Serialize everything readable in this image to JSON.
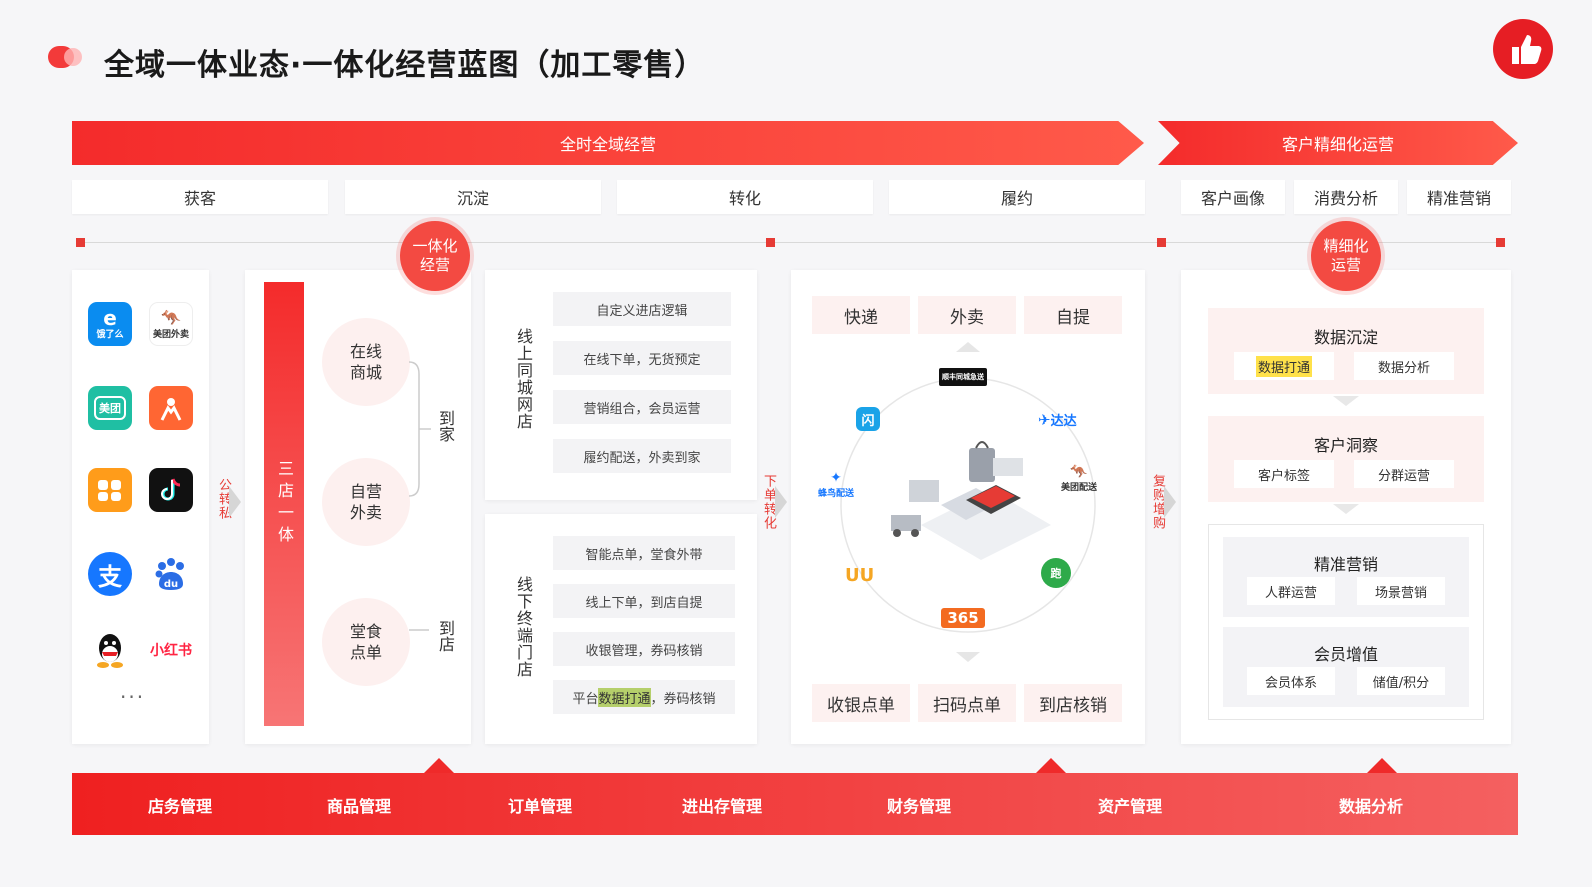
{
  "title": "全域一体业态·一体化经营蓝图（加工零售）",
  "banners": {
    "left": "全时全域经营",
    "right": "客户精细化运营"
  },
  "stages": [
    "获客",
    "沉淀",
    "转化",
    "履约",
    "客户画像",
    "消费分析",
    "精准营销"
  ],
  "badges": {
    "integrated": [
      "一体化",
      "经营"
    ],
    "refined": [
      "精细化",
      "运营"
    ]
  },
  "apps": [
    {
      "name": "饿了么",
      "color": "#0a8cf0"
    },
    {
      "name": "美团外卖",
      "color": "#ffffff"
    },
    {
      "name": "美团",
      "color": "#1fbfa3"
    },
    {
      "name": "大众点评",
      "color": "#ff6633"
    },
    {
      "name": "口碑",
      "color": "#ff9c1a"
    },
    {
      "name": "抖音",
      "color": "#111111"
    },
    {
      "name": "支",
      "color": "#1677ff"
    },
    {
      "name": "du",
      "color": "#2b6de5"
    },
    {
      "name": "QQ",
      "color": "#ffffff"
    },
    {
      "name": "小红书",
      "color": "#ffffff"
    }
  ],
  "apps_more": "···",
  "side_labels": {
    "public_private": "公转私",
    "order_convert": "下单转化",
    "repurchase": "复购增购"
  },
  "store_panel": {
    "bar": "三店一体",
    "pills": [
      [
        "在线",
        "商城"
      ],
      [
        "自营",
        "外卖"
      ],
      [
        "堂食",
        "点单"
      ]
    ],
    "to_home": "到家",
    "to_store": "到店"
  },
  "online_store": {
    "label": "线上同城网店",
    "items": [
      "自定义进店逻辑",
      "在线下单，无货预定",
      "营销组合，会员运营",
      "履约配送，外卖到家"
    ]
  },
  "offline_store": {
    "label": "线下终端门店",
    "items": [
      "智能点单，堂食外带",
      "线上下单，到店自提",
      "收银管理，券码核销"
    ],
    "last_prefix": "平台",
    "last_highlight": "数据打通",
    "last_suffix": "，券码核销"
  },
  "delivery": {
    "top": [
      "快递",
      "外卖",
      "自提"
    ],
    "bottom": [
      "收银点单",
      "扫码点单",
      "到店核销"
    ],
    "logos": {
      "sf": "顺丰同城急送",
      "shansong": "闪",
      "dada": "达达",
      "meituan": "美团配送",
      "fengniao": "蜂鸟配送",
      "uu": "UU",
      "s365": "365",
      "kuaipao": "跑"
    }
  },
  "crm": {
    "deposit": {
      "title": "数据沉淀",
      "tags": [
        "数据打通",
        "数据分析"
      ]
    },
    "insight": {
      "title": "客户洞察",
      "tags": [
        "客户标签",
        "分群运营"
      ]
    },
    "marketing": {
      "title": "精准营销",
      "tags": [
        "人群运营",
        "场景营销"
      ]
    },
    "member": {
      "title": "会员增值",
      "tags": [
        "会员体系",
        "储值/积分"
      ]
    }
  },
  "bottom_bar": [
    "店务管理",
    "商品管理",
    "订单管理",
    "进出存管理",
    "财务管理",
    "资产管理",
    "数据分析"
  ],
  "colors": {
    "primary": "#f33a3a",
    "highlight": "#ffe14a",
    "pink": "#fdf1f0"
  }
}
